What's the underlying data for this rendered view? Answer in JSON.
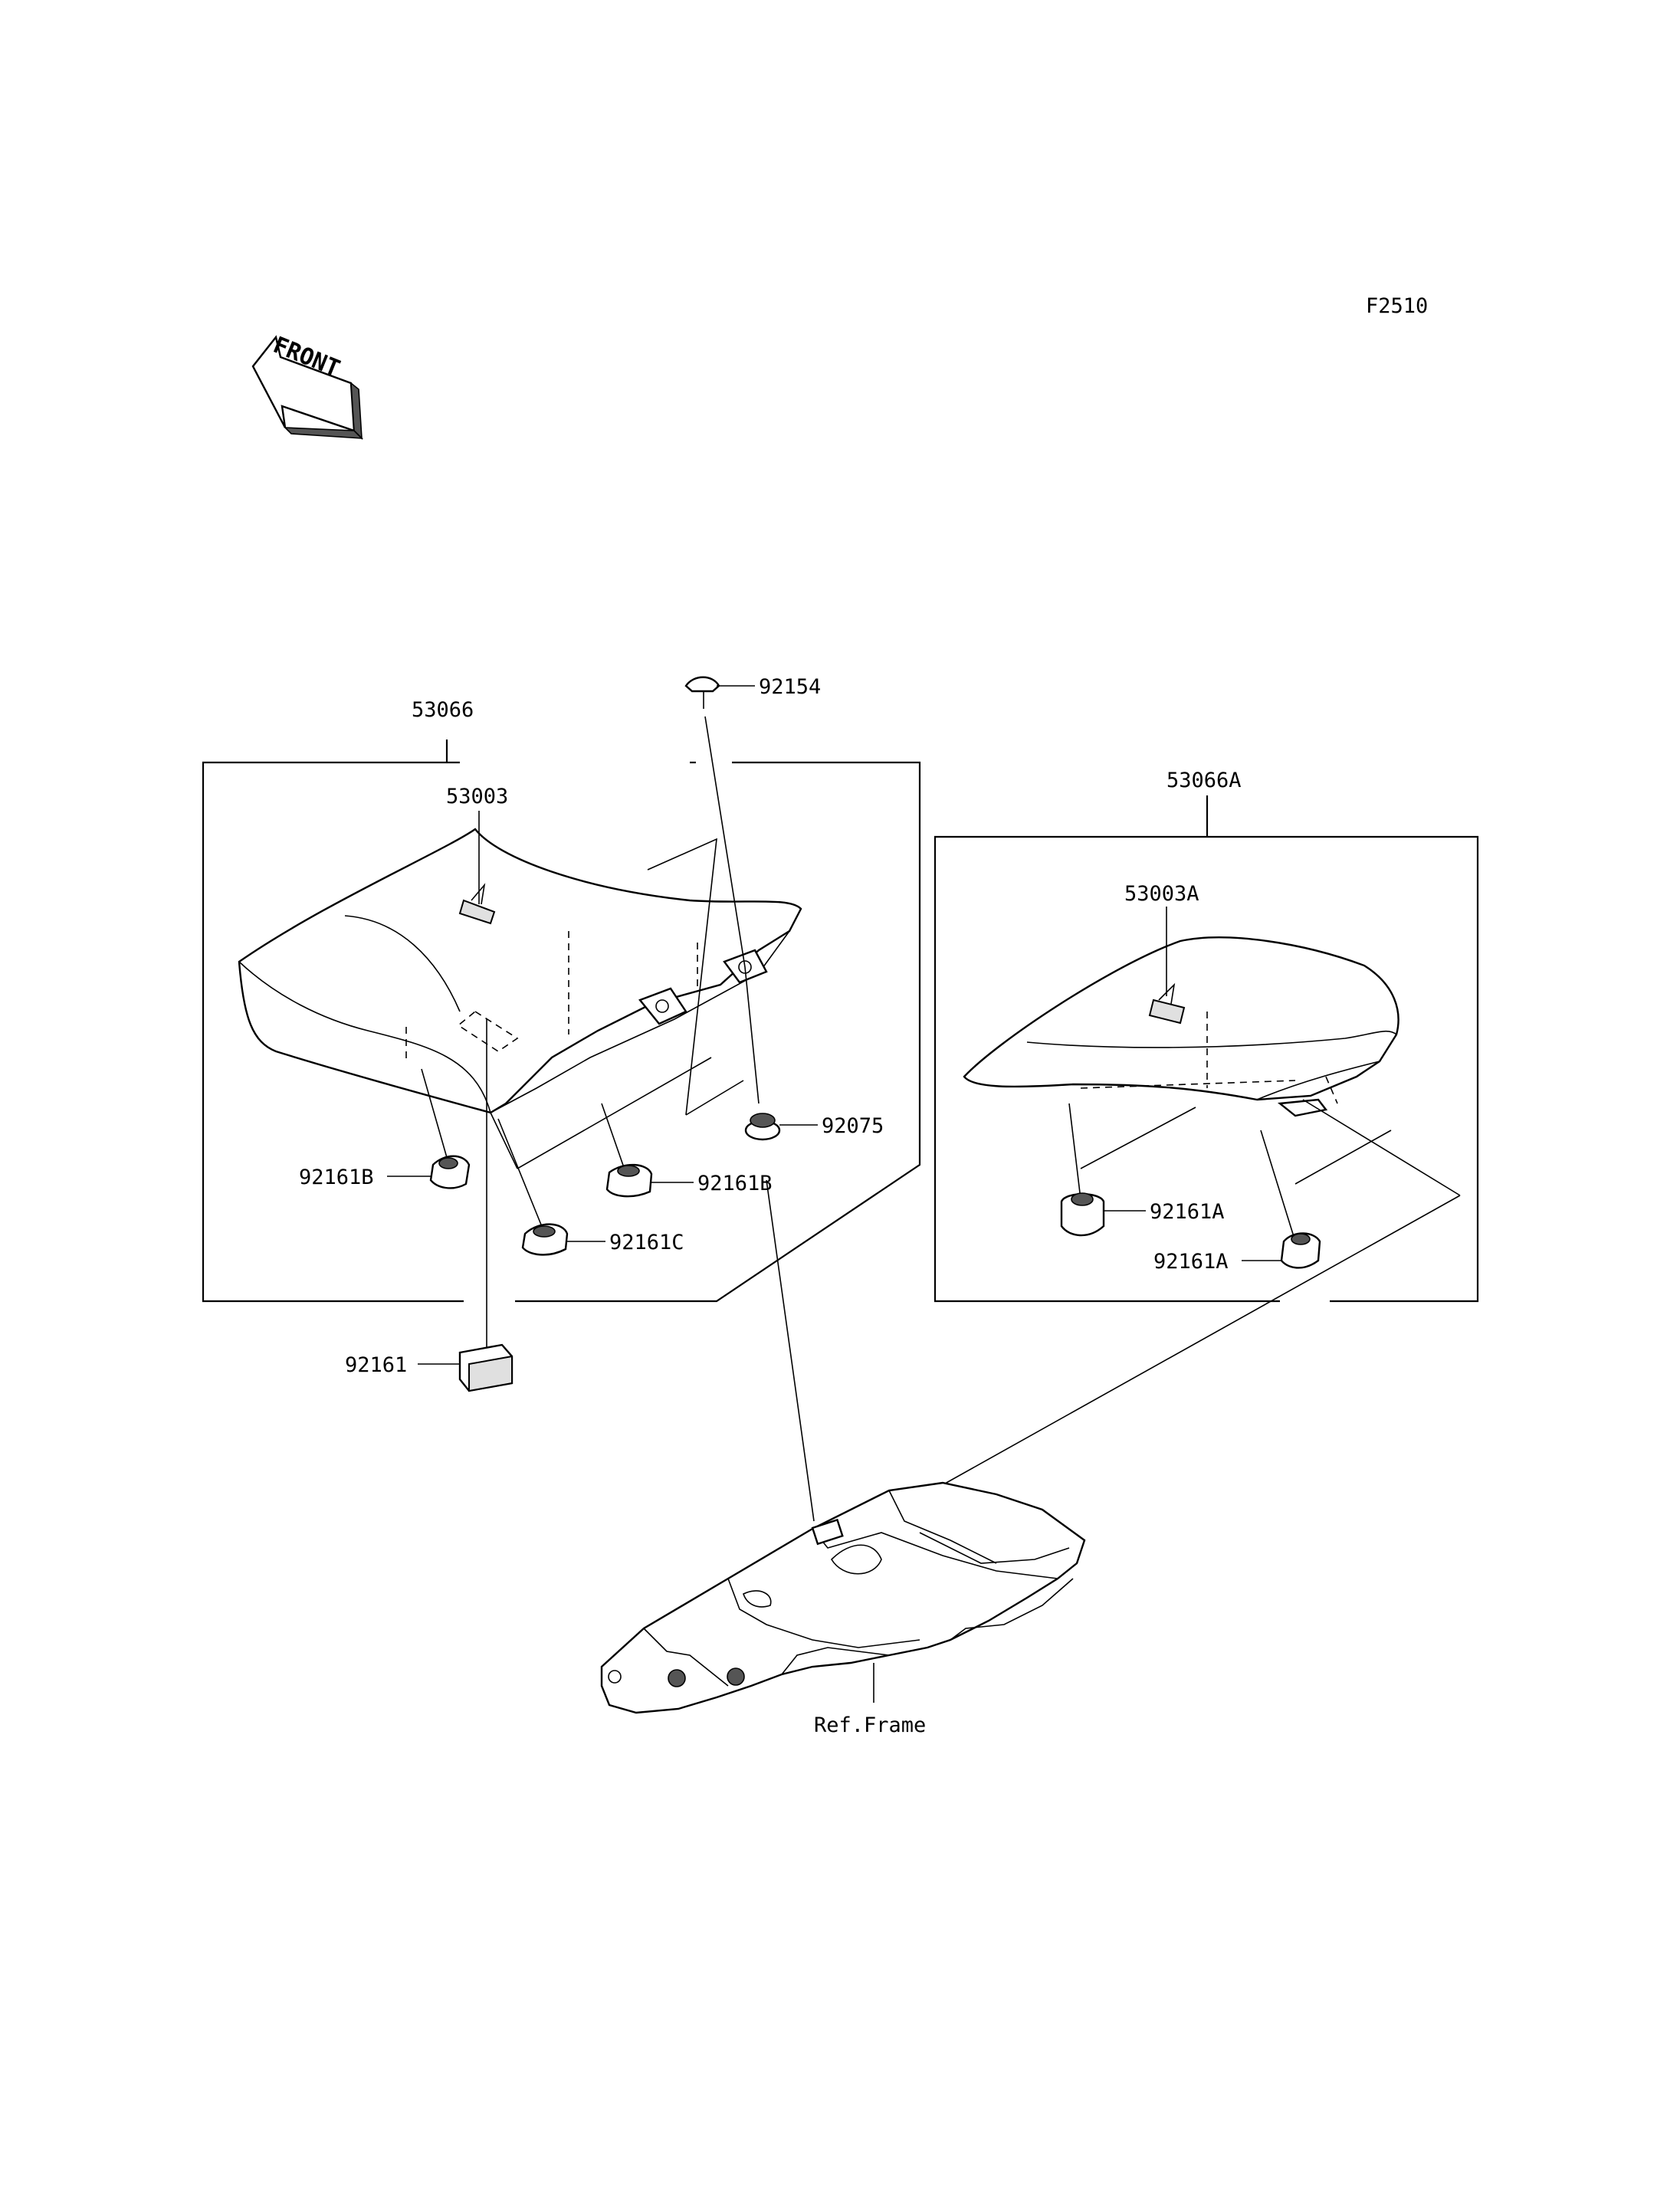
{
  "figure_code": "F2510",
  "front_label": "FRONT",
  "parts": {
    "p53066": "53066",
    "p53003": "53003",
    "p92154": "92154",
    "p92075": "92075",
    "p92161B_left": "92161B",
    "p92161B_right": "92161B",
    "p92161C": "92161C",
    "p92161": "92161",
    "p53066A": "53066A",
    "p53003A": "53003A",
    "p92161A_top": "92161A",
    "p92161A_bottom": "92161A",
    "ref_frame": "Ref.Frame"
  }
}
